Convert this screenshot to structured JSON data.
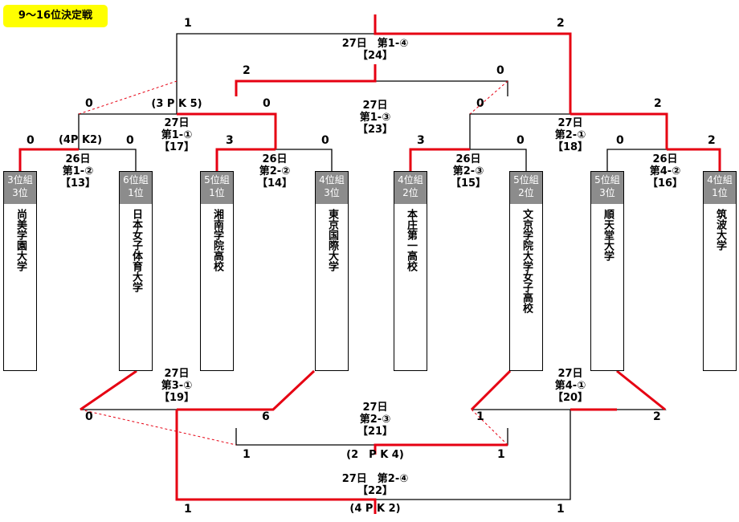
{
  "title": "9～16位決定戦",
  "teams": [
    {
      "group_line1": "3位組",
      "group_line2": "3位",
      "name": "尚美学園大学"
    },
    {
      "group_line1": "6位組",
      "group_line2": "1位",
      "name": "日本女子体育大学"
    },
    {
      "group_line1": "5位組",
      "group_line2": "1位",
      "name": "湘南学院高校"
    },
    {
      "group_line1": "4位組",
      "group_line2": "3位",
      "name": "東京国際大学"
    },
    {
      "group_line1": "4位組",
      "group_line2": "2位",
      "name": "本庄第一高校"
    },
    {
      "group_line1": "5位組",
      "group_line2": "2位",
      "name": "文京学院大学女子高校"
    },
    {
      "group_line1": "5位組",
      "group_line2": "3位",
      "name": "順天堂大学"
    },
    {
      "group_line1": "4位組",
      "group_line2": "1位",
      "name": "筑波大学"
    }
  ],
  "matches": {
    "m13": {
      "line1": "26日",
      "line2": "第1-②",
      "line3": "【13】",
      "pk": "(4P K2)"
    },
    "m14": {
      "line1": "26日",
      "line2": "第2-②",
      "line3": "【14】"
    },
    "m15": {
      "line1": "26日",
      "line2": "第2-③",
      "line3": "【15】"
    },
    "m16": {
      "line1": "26日",
      "line2": "第4-②",
      "line3": "【16】"
    },
    "m17": {
      "line1": "27日",
      "line2": "第1-①",
      "line3": "【17】",
      "pk": "(3 P K 5)"
    },
    "m18": {
      "line1": "27日",
      "line2": "第2-①",
      "line3": "【18】"
    },
    "m23": {
      "line1": "27日",
      "line2": "第1-③",
      "line3": "【23】"
    },
    "m24": {
      "line1": "27日　第1-④",
      "line2": "【24】"
    },
    "m19": {
      "line1": "27日",
      "line2": "第3-①",
      "line3": "【19】"
    },
    "m20": {
      "line1": "27日",
      "line2": "第4-①",
      "line3": "【20】"
    },
    "m21": {
      "line1": "27日",
      "line2": "第2-③",
      "line3": "【21】",
      "pk": "(2　P K 4)"
    },
    "m22": {
      "line1": "27日　第2-④",
      "line2": "【22】",
      "pk": "(4 P K 2)"
    }
  },
  "scores": {
    "r1": [
      "0",
      "0",
      "3",
      "0",
      "3",
      "0",
      "0",
      "2"
    ],
    "qf_top": [
      "0",
      "0",
      "0",
      "2"
    ],
    "sf_top": [
      "2",
      "0"
    ],
    "final_top": [
      "1",
      "2"
    ],
    "qf_bottom": [
      "0",
      "6",
      "1",
      "2"
    ],
    "m21": [
      "1",
      "1"
    ],
    "m22": [
      "1",
      "1"
    ]
  },
  "colors": {
    "winner": "#e60012",
    "line": "#000000",
    "badge": "#ffff00",
    "group_header": "#8c8c8c"
  }
}
